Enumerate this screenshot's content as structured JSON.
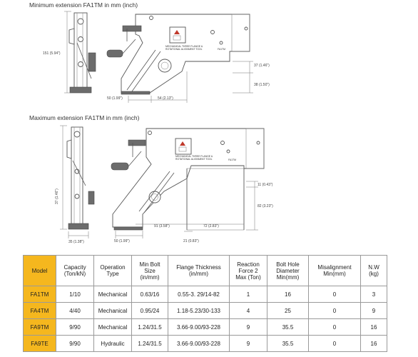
{
  "headings": {
    "minimum": "Minimum extension FA1TM in mm (inch)",
    "maximum": "Maximum extension FA1TM in mm (inch)"
  },
  "plate_label": {
    "line1": "MECHANICAL THREE FLANGE &",
    "line2": "ROTATIONAL ALIGNMENT TOOL",
    "model_text": "FA1TM"
  },
  "dimensions": {
    "min": {
      "height": "151 (5.94\")",
      "base_left": "50 (1.99\")",
      "base_reach": "54 (2.13\")",
      "jaw_top": "37 (1.46\")",
      "jaw_bottom": "38 (1.50\")"
    },
    "max": {
      "height": "37 (1.46\")",
      "side_width": "35 (1.38\")",
      "base_left": "50 (1.99\")",
      "reach_left": "91 (3.58\")",
      "reach_right": "72 (2.83\")",
      "bottom": "21 (0.83\")",
      "jaw_top": "11 (0.43\")",
      "jaw_height": "82 (3.23\")"
    }
  },
  "table": {
    "headers": [
      "Model",
      "Capacity\n(Ton/kN)",
      "Operation\nType",
      "Min Bolt\nSize\n(in/mm)",
      "Flange Thickness\n(in/mm)",
      "Reaction\nForce 2\nMax (Ton)",
      "Bolt Hole\nDiameter\nMin(mm)",
      "Misalignment\nMin(mm)",
      "N.W\n(kg)"
    ],
    "rows": [
      [
        "FA1TM",
        "1/10",
        "Mechanical",
        "0.63/16",
        "0.55-3. 29/14-82",
        "1",
        "16",
        "0",
        "3"
      ],
      [
        "FA4TM",
        "4/40",
        "Mechanical",
        "0.95/24",
        "1.18-5.23/30-133",
        "4",
        "25",
        "0",
        "9"
      ],
      [
        "FA9TM",
        "9/90",
        "Mechanical",
        "1.24/31.5",
        "3.66-9.00/93-228",
        "9",
        "35.5",
        "0",
        "16"
      ],
      [
        "FA9TE",
        "9/90",
        "Hydraulic",
        "1.24/31.5",
        "3.66-9.00/93-228",
        "9",
        "35.5",
        "0",
        "16"
      ]
    ]
  }
}
